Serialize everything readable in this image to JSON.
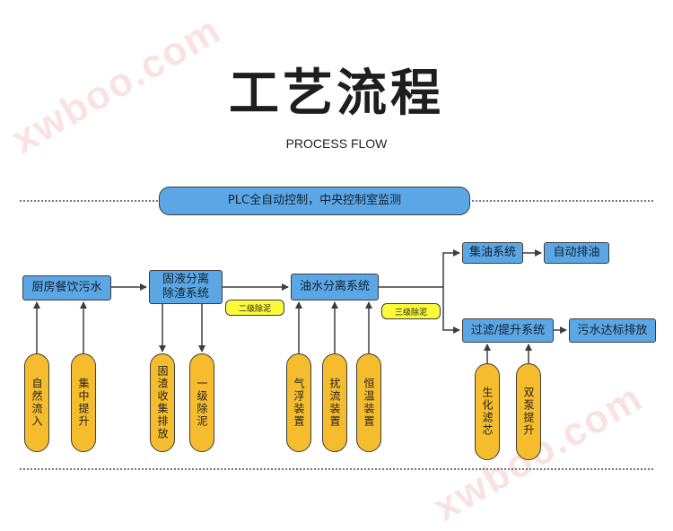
{
  "header": {
    "title": "工艺流程",
    "subtitle": "PROCESS FLOW",
    "watermark": "xwboo.com"
  },
  "control": {
    "label": "PLC全自动控制，中央控制室监测"
  },
  "main_flow": {
    "kitchen": "厨房餐饮污水",
    "solid_liquid_line1": "固液分离",
    "solid_liquid_line2": "除渣系统",
    "oil_water": "油水分离系统",
    "oil_collect": "集油系统",
    "auto_drain": "自动排油",
    "filter_lift": "过滤/提升系统",
    "discharge": "污水达标排放"
  },
  "stage_tags": {
    "stage2": "二级除泥",
    "stage3": "三级除泥"
  },
  "supports": {
    "natural_inflow": "自然流入",
    "central_lift": "集中提升",
    "solid_residue": "固渣收集排放",
    "primary_sludge": "一级除泥",
    "air_float": "气浮装置",
    "anti_flow": "扰流装置",
    "thermostat": "恒温装置",
    "bio_filter": "生化滤芯",
    "double_pump": "双泵提升"
  },
  "colors": {
    "box_blue": "#5ba7e6",
    "pill_yellow": "#f5bd2e",
    "tag_yellow": "#fafa3a",
    "line": "#3d3d3d"
  }
}
